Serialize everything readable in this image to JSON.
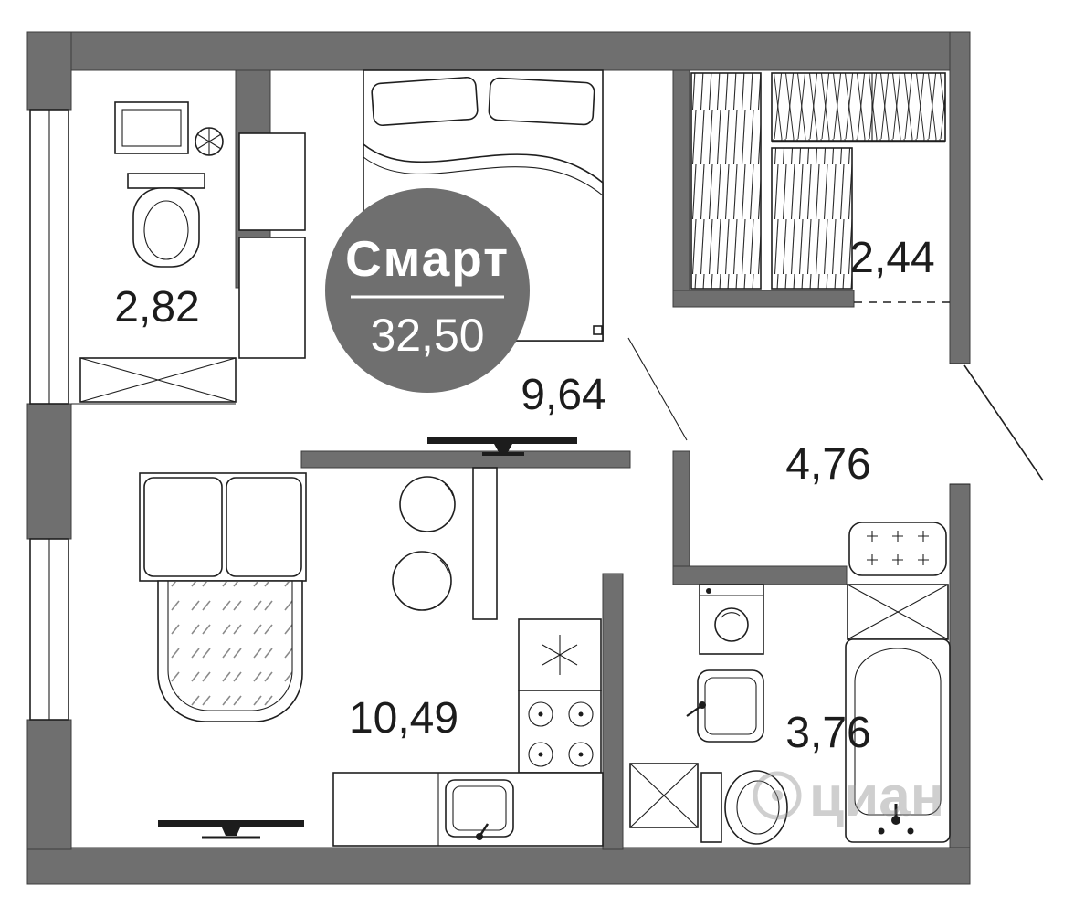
{
  "badge": {
    "title": "Смарт",
    "area": "32,50"
  },
  "rooms": {
    "bathroom_top": {
      "label": "2,82"
    },
    "bedroom": {
      "label": "9,64"
    },
    "wardrobe": {
      "label": "2,44"
    },
    "hallway": {
      "label": "4,76"
    },
    "living_kitchen": {
      "label": "10,49"
    },
    "bathroom_main": {
      "label": "3,76"
    }
  },
  "watermark": {
    "text": "циан"
  },
  "icons": {
    "vent": "six-spoke-asterisk",
    "fan": "fan-circle",
    "pouf_marks": "plus-grid",
    "crossed_boxes": "x-cabinet"
  },
  "colors": {
    "wall": "#6F6F6F",
    "outline": "#1F1F1F",
    "label": "#1C1C1C",
    "badge_text": "#FFFFFF",
    "watermark": "#8F8F8F"
  }
}
